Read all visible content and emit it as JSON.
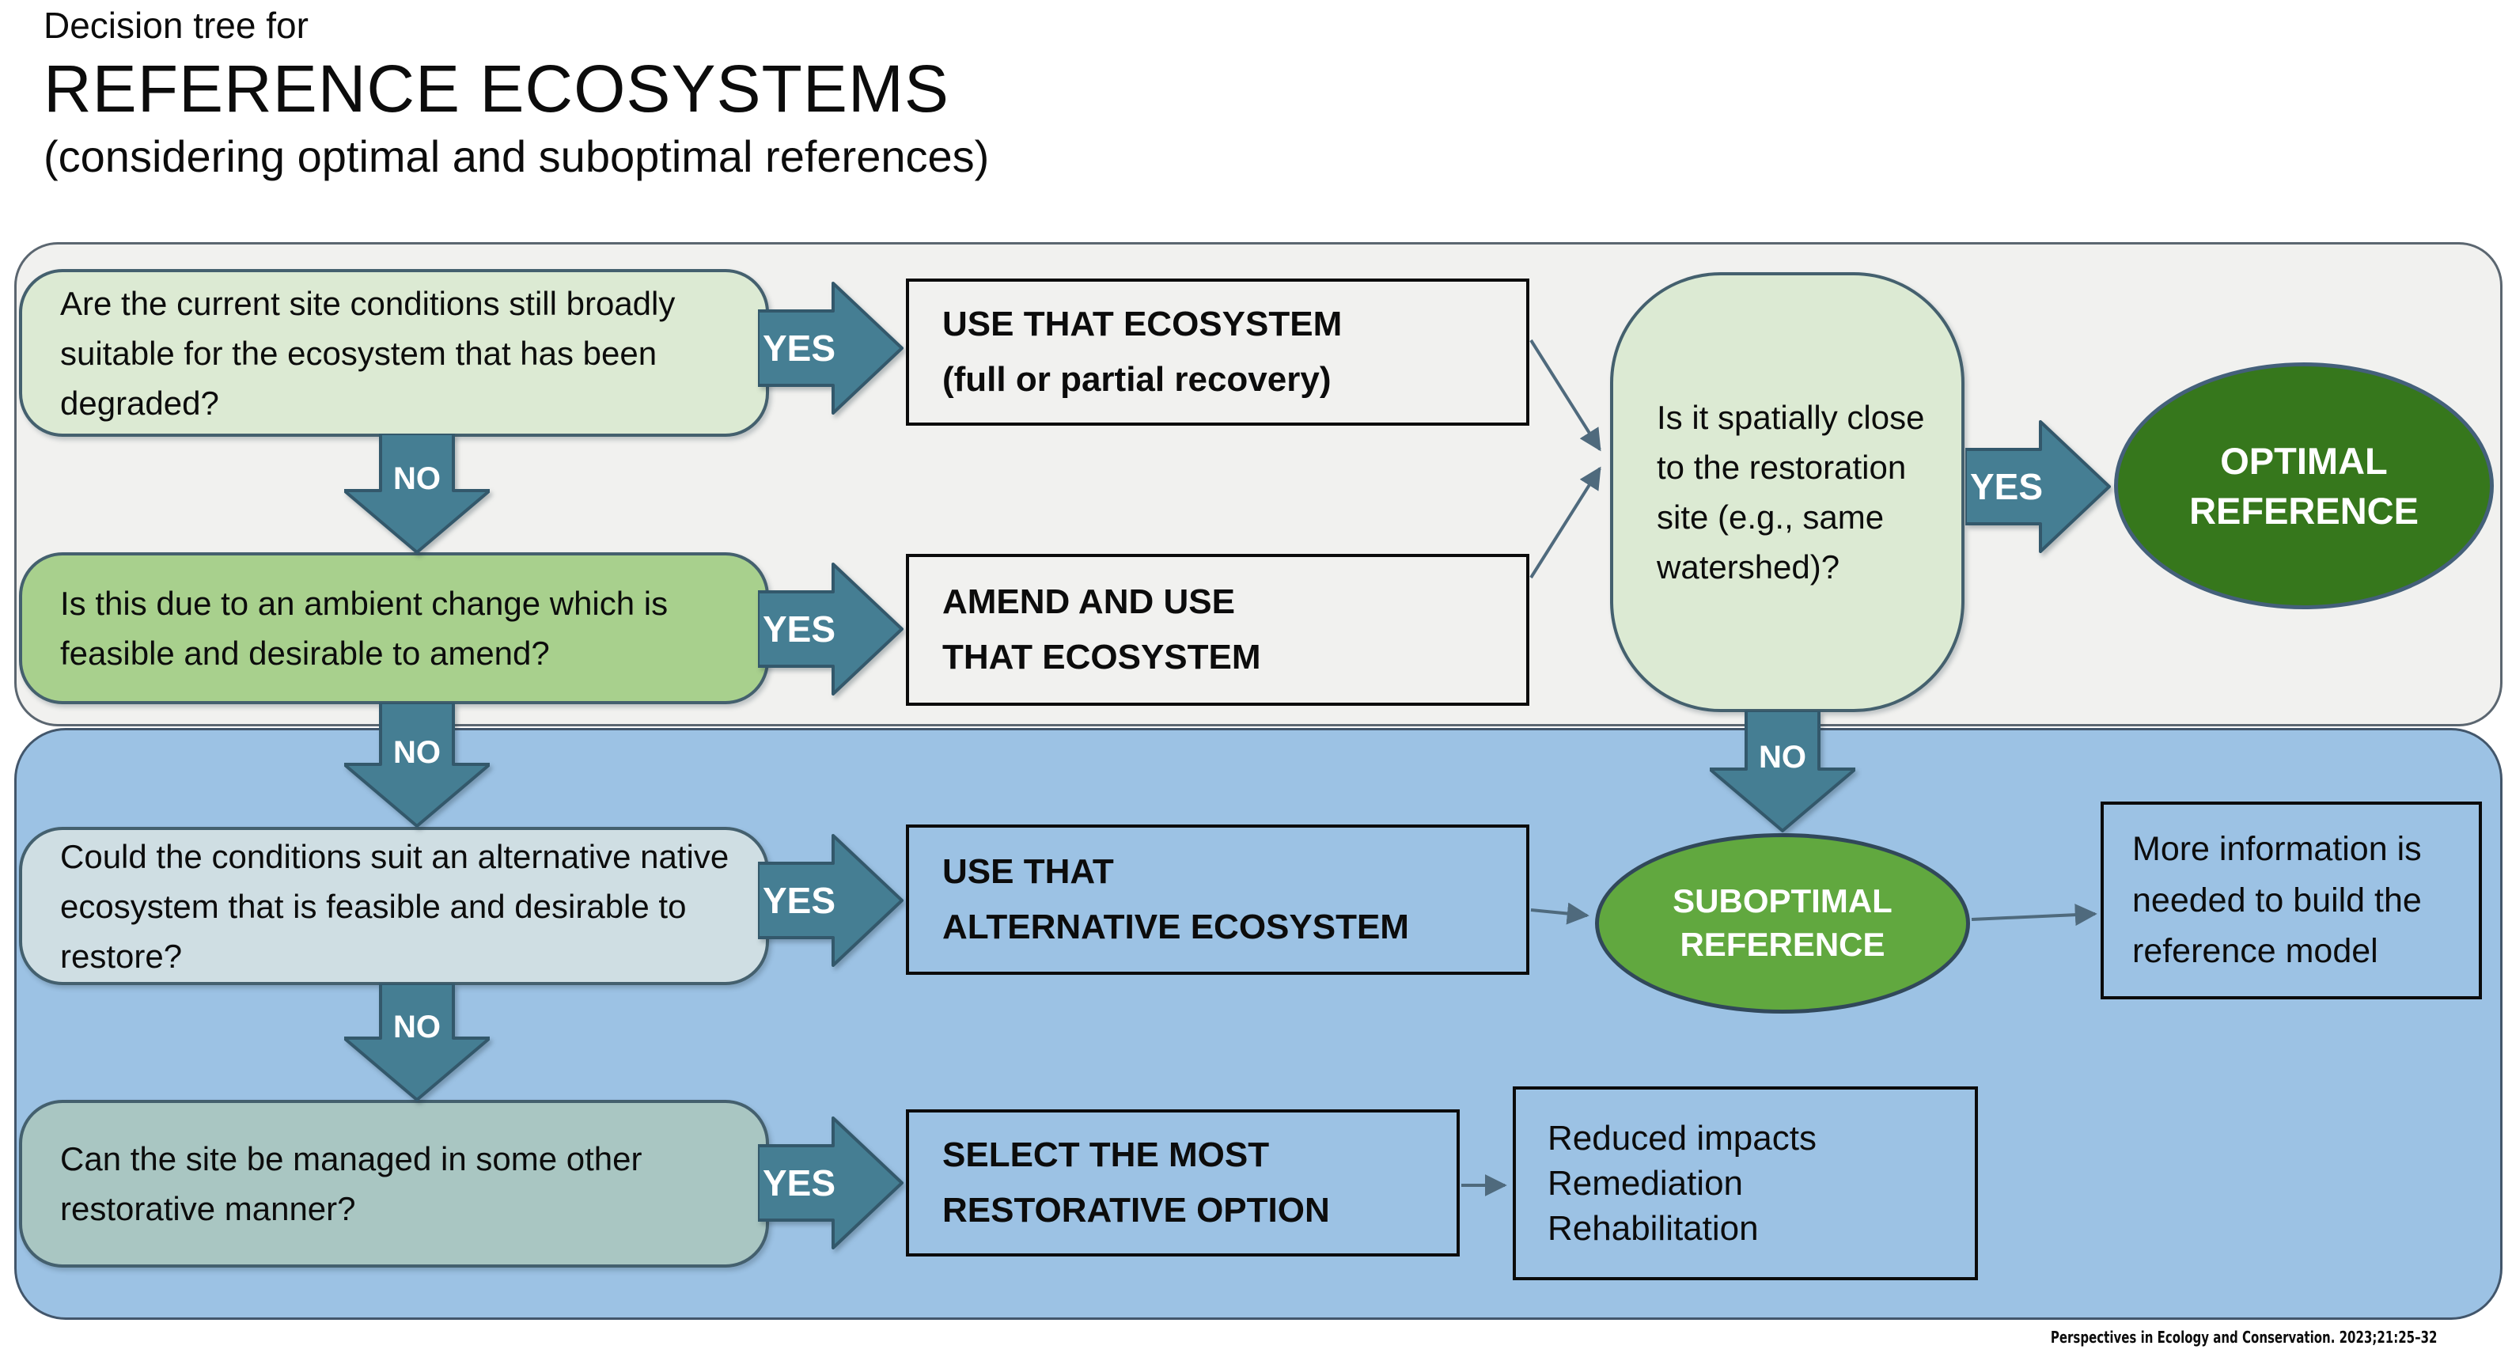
{
  "title": {
    "line1": "Decision tree for",
    "line2": "REFERENCE ECOSYSTEMS",
    "line3": "(considering optimal and suboptimal references)"
  },
  "arrow_labels": {
    "yes": "YES",
    "no": "NO"
  },
  "questions": {
    "site_conditions": "Are the current site conditions still broadly suitable for the ecosystem that has been degraded?",
    "ambient_change": "Is this due to an ambient change which is feasible and desirable to amend?",
    "alternative_ecosystem": "Could the conditions suit an alternative native ecosystem that is feasible and desirable to restore?",
    "managed_restorative": "Can the site be managed in some other restorative manner?",
    "spatially_close": "Is it spatially close to the restoration site (e.g., same watershed)?"
  },
  "actions": {
    "use_ecosystem": {
      "line1": "USE THAT ECOSYSTEM",
      "line2": "(full or partial recovery)"
    },
    "amend_use": {
      "line1": "AMEND AND USE",
      "line2": "THAT ECOSYSTEM"
    },
    "use_alternative": {
      "line1": "USE THAT",
      "line2": "ALTERNATIVE ECOSYSTEM"
    },
    "select_restorative": {
      "line1": "SELECT THE MOST",
      "line2": "RESTORATIVE OPTION"
    }
  },
  "outcomes": {
    "optimal": {
      "line1": "OPTIMAL",
      "line2": "REFERENCE"
    },
    "suboptimal": {
      "line1": "SUBOPTIMAL",
      "line2": "REFERENCE"
    },
    "more_info": "More information is needed to build the reference model",
    "other_options": [
      "Reduced impacts",
      "Remediation",
      "Rehabilitation"
    ]
  },
  "citation": "Perspectives in Ecology and Conservation. 2023;21:25–32",
  "colors": {
    "panel_top_fill": "#f1f1ef",
    "panel_bottom_fill": "#9cc2e4",
    "arrow_teal": "#457e93",
    "optimal_green": "#36771c",
    "suboptimal_green": "#61a83f",
    "q_light_green": "#dcead3",
    "q_medium_green": "#a8d08d",
    "q_light_blue": "#cfdee3",
    "q_gray_teal": "#a9c6c2",
    "outline_dark": "#44606e"
  }
}
